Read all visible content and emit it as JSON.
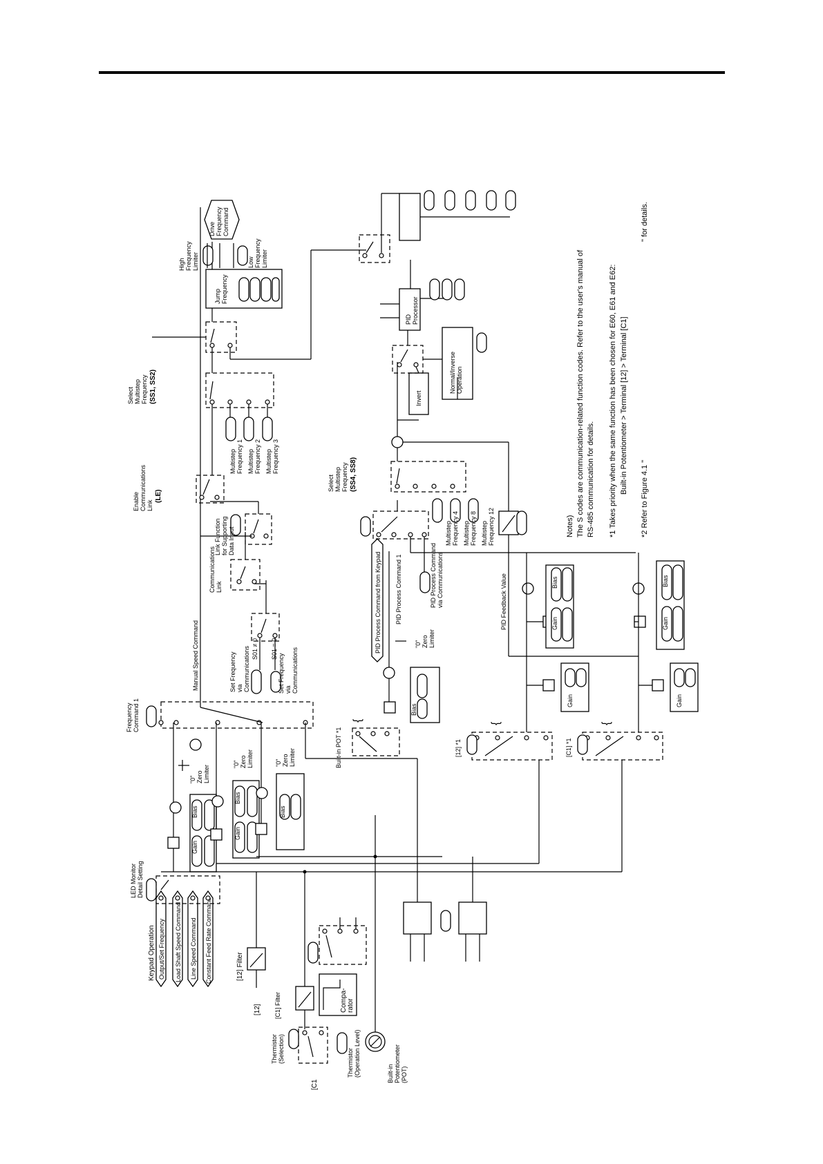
{
  "labels": {
    "keypad_operation": "Keypad Operation",
    "output_set_frequency": "Output/Set Frequency",
    "load_shaft_speed": "Load Shaft Speed Command",
    "line_speed": "Line Speed Command",
    "constant_feed_rate": "Constant Feed Rate Command",
    "led_monitor": "LED Monitor\nDetail Setting",
    "filter_12": "[12] Filter",
    "term_12": "[12]",
    "filter_c1": "[C1] Filter",
    "term_c1": "[C1",
    "thermistor_sel": "Thermistor\n(Selection)",
    "thermistor_level": "Thermistor\n(Operation Level)",
    "comparator": "Compa-\nrator",
    "builtin_pot_knob": "Built-in\nPotentiometer\n(POT)",
    "gain": "Gain",
    "bias": "Bias",
    "zero_limiter": "\"0\"\nZero\nLimiter",
    "frequency_command_1": "Frequency\nCommand 1",
    "manual_speed_command": "Manual Speed Command",
    "set_freq_comm_1": "Set Frequency\nvia\nCommunications",
    "s01_ne_0": "S01 ≠ 0",
    "s01_eq_0": "S01 = 0",
    "set_freq_comm_2": "Set Frequency\nvia\nCommunications",
    "communications_link": "Communications\nLink",
    "link_function": "Link Function\nfor Supporting\nData Input",
    "enable_comm_link": "Enable\nCommunications\nLink",
    "enable_comm_link_code": "(LE)",
    "select_multistep_1": "Select\nMultistep\nFrequency",
    "select_multistep_1_code": "(SS1, SS2)",
    "multistep_1": "Multistep\nFrequency 1",
    "multistep_2": "Multistep\nFrequency 2",
    "multistep_3": "Multistep\nFrequency 3",
    "jump_frequency": "Jump\nFrequency",
    "high_limiter": "High\nFrequency\nLimiter",
    "low_limiter": "Low\nFrequency\nLimiter",
    "drive_frequency_command": "Drive\nFrequency\nCommand",
    "builtin_pot_1": "Built-in POT *1",
    "pid_from_keypad": "PID Process Command from Keypad",
    "pid_process_command_1": "PID Process Command 1",
    "pid_via_comm": "PID Process Command\nvia Communications",
    "select_multistep_2": "Select\nMultistep\nFrequency",
    "select_multistep_2_code": "(SS4, SS8)",
    "multistep_4": "Multistep\nFrequency 4",
    "multistep_8": "Multistep\nFrequency 8",
    "multistep_12": "Multistep\nFrequency 12",
    "invert": "Invert",
    "normal_inverse": "Normal/Inverse\nOperation",
    "pid_processor": "PID\nProcessor",
    "term_12_star": "[12] *1",
    "term_c1_star": "[C1] *1",
    "pid_feedback": "PID Feedback Value"
  },
  "notes": {
    "title": "Notes)",
    "line1": "The S codes are communication-related function codes.  Refer to the user's manual of",
    "line2": "RS-485 communication for details.",
    "line3": "*1  Takes priority when the same function has been chosen for E60, E61 and E62:",
    "line4": "Built-in Potentiometer > Terminal [12] > Terminal [C1]",
    "line5": "*2 Refer to Figure 4.1 \"",
    "line6": "\" for details."
  }
}
